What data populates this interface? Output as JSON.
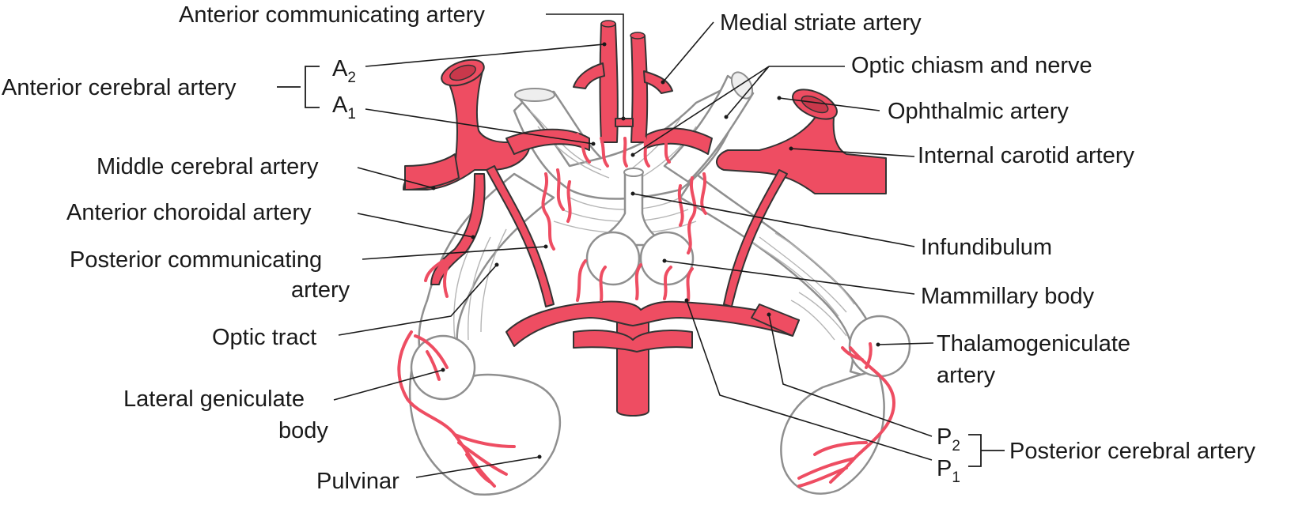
{
  "colors": {
    "artery": "#ee4d62",
    "tissue_outline": "#8f8f8f",
    "text": "#1a1a1a"
  },
  "labels": {
    "anterior_communicating_artery": "Anterior communicating artery",
    "medial_striate_artery": "Medial striate artery",
    "anterior_cerebral_artery": "Anterior cerebral artery",
    "a2": {
      "base": "A",
      "sub": "2"
    },
    "a1": {
      "base": "A",
      "sub": "1"
    },
    "optic_chiasm_and_nerve": "Optic chiasm and nerve",
    "ophthalmic_artery": "Ophthalmic artery",
    "internal_carotid_artery": "Internal carotid artery",
    "middle_cerebral_artery": "Middle cerebral artery",
    "anterior_choroidal_artery": "Anterior choroidal artery",
    "posterior_communicating_artery": {
      "line1": "Posterior communicating",
      "line2": "artery"
    },
    "infundibulum": "Infundibulum",
    "mammillary_body": "Mammillary body",
    "optic_tract": "Optic tract",
    "thalamogeniculate_artery": {
      "line1": "Thalamogeniculate",
      "line2": "artery"
    },
    "lateral_geniculate_body": {
      "line1": "Lateral geniculate",
      "line2": "body"
    },
    "p2": {
      "base": "P",
      "sub": "2"
    },
    "p1": {
      "base": "P",
      "sub": "1"
    },
    "posterior_cerebral_artery": "Posterior cerebral artery",
    "pulvinar": "Pulvinar"
  }
}
